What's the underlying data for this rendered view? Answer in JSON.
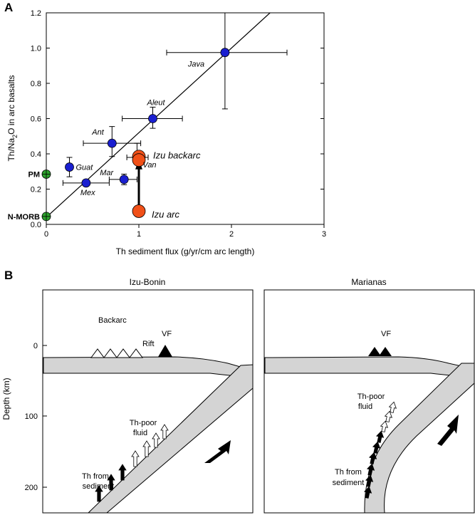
{
  "panel_a": {
    "label": "A",
    "chart_data": {
      "type": "scatter",
      "title": "",
      "xlabel": "Th sediment flux (g/yr/cm arc length)",
      "ylabel_main": "Th/Na",
      "ylabel_sub": "2",
      "ylabel_rest": "O in arc basalts",
      "xlim": [
        0,
        3
      ],
      "ylim": [
        0,
        1.2
      ],
      "x_ticks": [
        "0",
        "1",
        "2",
        "3"
      ],
      "y_ticks": [
        "0.0",
        "0.2",
        "0.4",
        "0.6",
        "0.8",
        "1.0",
        "1.2"
      ],
      "regression_line": {
        "x": [
          0,
          2.0
        ],
        "y": [
          0.04,
          1.0
        ]
      },
      "points": [
        {
          "label": "Java",
          "x": 1.93,
          "y": 0.975,
          "xerr": [
            1.3,
            2.6
          ],
          "yerr": [
            0.655,
            1.2
          ],
          "color": "#1a1fd0"
        },
        {
          "label": "Aleut",
          "x": 1.15,
          "y": 0.6,
          "xerr": [
            0.82,
            1.47
          ],
          "yerr": [
            0.545,
            0.665
          ],
          "color": "#1a1fd0"
        },
        {
          "label": "Ant",
          "x": 0.71,
          "y": 0.46,
          "xerr": [
            0.4,
            1.02
          ],
          "yerr": [
            0.385,
            0.555
          ],
          "color": "#1a1fd0"
        },
        {
          "label": "Van",
          "x": 0.98,
          "y": 0.38,
          "xerr": [
            0.87,
            1.1
          ],
          "yerr": [
            0.345,
            0.46
          ],
          "color": "#1a1fd0"
        },
        {
          "label": "Guat",
          "x": 0.25,
          "y": 0.325,
          "xerr": null,
          "yerr": [
            0.27,
            0.38
          ],
          "color": "#1a1fd0"
        },
        {
          "label": "Mex",
          "x": 0.43,
          "y": 0.235,
          "xerr": [
            0.18,
            0.68
          ],
          "yerr": null,
          "color": "#1a1fd0"
        },
        {
          "label": "Mar",
          "x": 0.84,
          "y": 0.255,
          "xerr": [
            0.68,
            0.98
          ],
          "yerr": [
            0.225,
            0.285
          ],
          "color": "#1a1fd0"
        }
      ],
      "reference_points": [
        {
          "label": "PM",
          "x": 0,
          "y": 0.285,
          "color": "#2ca02c"
        },
        {
          "label": "N-MORB",
          "x": 0,
          "y": 0.045,
          "color": "#2ca02c"
        }
      ],
      "izu_points": [
        {
          "label": "Izu backarc",
          "x": 1.0,
          "y": 0.385,
          "color": "#f05018"
        },
        {
          "label": "",
          "x": 1.0,
          "y": 0.365,
          "color": "#f05018"
        },
        {
          "label": "Izu arc",
          "x": 1.0,
          "y": 0.075,
          "color": "#f05018"
        }
      ]
    }
  },
  "panel_b": {
    "label": "B",
    "ylabel": "Depth (km)",
    "depth_ticks": [
      "0",
      "100",
      "200"
    ],
    "left": {
      "title": "Izu-Bonin",
      "backarc": "Backarc",
      "rift": "Rift",
      "vf": "VF",
      "fluid_line1": "Th-poor",
      "fluid_line2": "fluid",
      "sed_line1": "Th from",
      "sed_line2": "sediment"
    },
    "right": {
      "title": "Marianas",
      "vf": "VF",
      "fluid_line1": "Th-poor",
      "fluid_line2": "fluid",
      "sed_line1": "Th from",
      "sed_line2": "sediment"
    }
  }
}
